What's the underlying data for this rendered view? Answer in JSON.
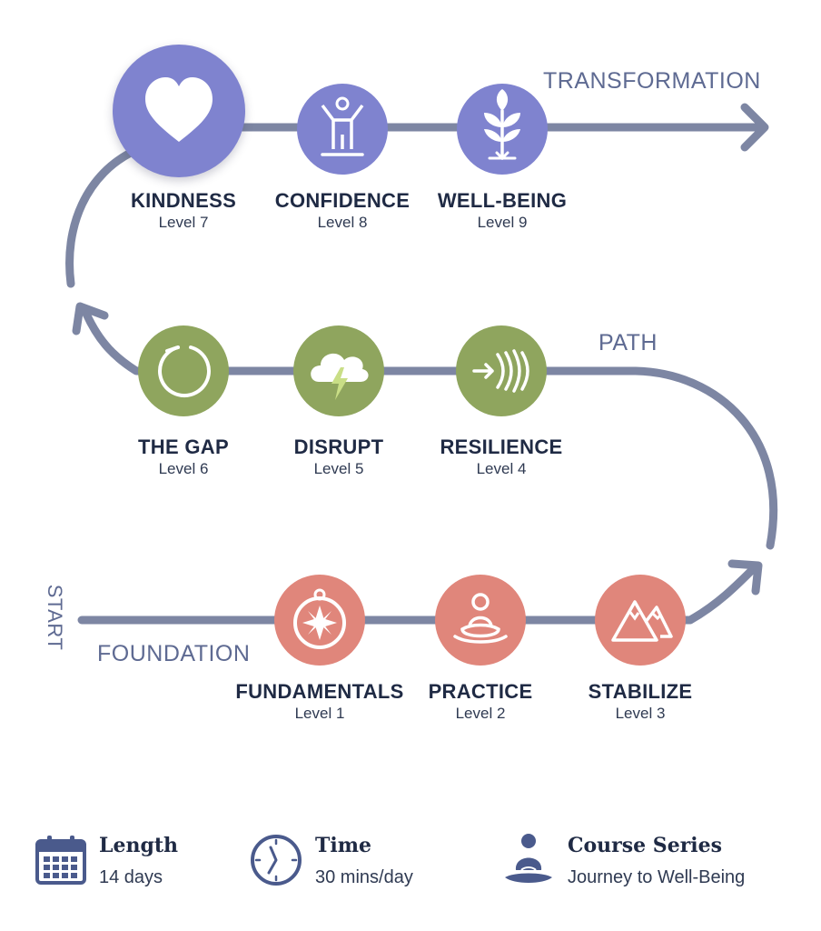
{
  "sections": {
    "start": "START",
    "foundation": "FOUNDATION",
    "path": "PATH",
    "transformation": "TRANSFORMATION"
  },
  "levels": [
    {
      "name": "FUNDAMENTALS",
      "level": "Level 1",
      "icon": "compass-icon",
      "color": "#e0867b"
    },
    {
      "name": "PRACTICE",
      "level": "Level 2",
      "icon": "meditation-icon",
      "color": "#e0867b"
    },
    {
      "name": "STABILIZE",
      "level": "Level 3",
      "icon": "mountains-icon",
      "color": "#e0867b"
    },
    {
      "name": "RESILIENCE",
      "level": "Level 4",
      "icon": "deflect-waves-icon",
      "color": "#8fa55e"
    },
    {
      "name": "DISRUPT",
      "level": "Level 5",
      "icon": "lightning-cloud-icon",
      "color": "#8fa55e"
    },
    {
      "name": "THE GAP",
      "level": "Level 6",
      "icon": "open-circle-icon",
      "color": "#8fa55e"
    },
    {
      "name": "KINDNESS",
      "level": "Level 7",
      "icon": "heart-icon",
      "color": "#7f83cf"
    },
    {
      "name": "CONFIDENCE",
      "level": "Level 8",
      "icon": "raised-arms-person-icon",
      "color": "#7f83cf"
    },
    {
      "name": "WELL-BEING",
      "level": "Level 9",
      "icon": "sprout-icon",
      "color": "#7f83cf"
    }
  ],
  "info": {
    "length": {
      "title": "Length",
      "value": "14 days",
      "icon": "calendar-icon"
    },
    "time": {
      "title": "Time",
      "value": "30 mins/day",
      "icon": "clock-icon"
    },
    "series": {
      "title": "Course Series",
      "value": "Journey to Well-Being",
      "icon": "meditation-icon"
    }
  },
  "colors": {
    "path": "#7d86a3",
    "foundation": "#e0867b",
    "path_stage": "#8fa55e",
    "transformation": "#7f83cf",
    "text_dark": "#1f2a44",
    "section_label": "#5e6a92"
  }
}
